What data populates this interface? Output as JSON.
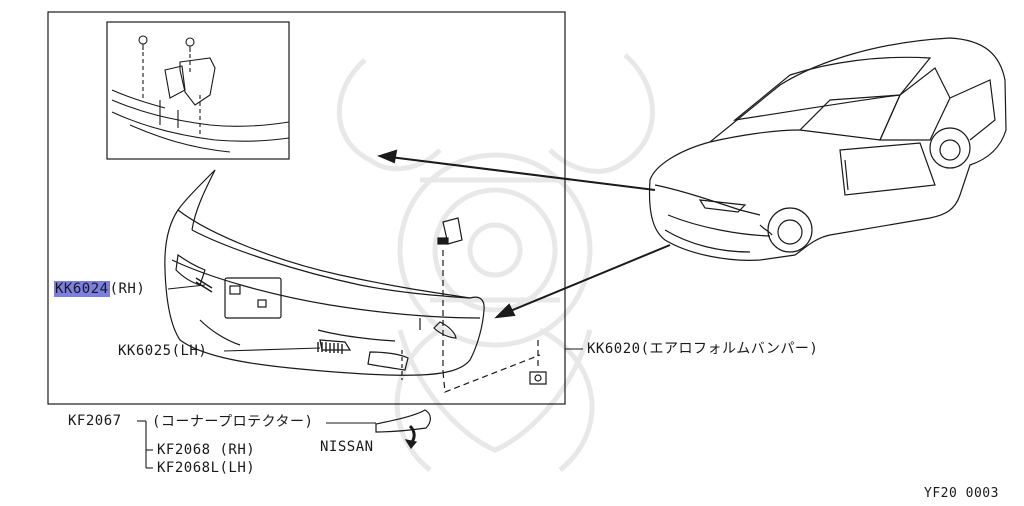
{
  "callouts": {
    "kk6024_code": "KK6024",
    "kk6024_suffix": "(RH)",
    "kk6025": "KK6025(LH)",
    "kk6020": "KK6020(エアロフォルムバンパー)",
    "kf2067": "KF2067",
    "kf2067_desc": "(コーナープロテクター)",
    "kf2068": "KF2068 (RH)",
    "kf2068l": "KF2068L(LH)",
    "nissan": "NISSAN"
  },
  "figure_code": "YF20 0003",
  "colors": {
    "highlight": "#7b7fe0",
    "line": "#1a1a1a",
    "watermark": "#e6e6e6"
  }
}
